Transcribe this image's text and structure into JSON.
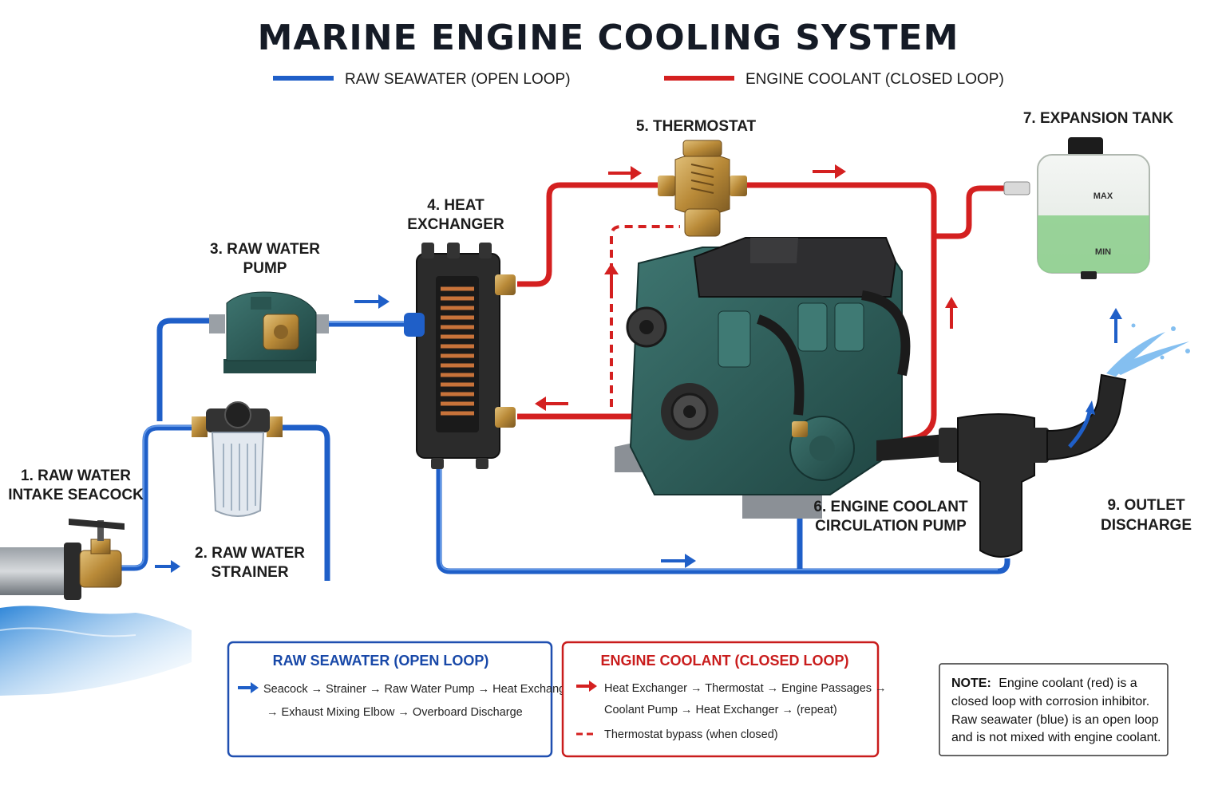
{
  "title": "MARINE ENGINE COOLING SYSTEM",
  "legend": {
    "raw": "RAW SEAWATER (OPEN LOOP)",
    "coolant": "ENGINE COOLANT (CLOSED LOOP)"
  },
  "colors": {
    "raw": "#1f5fc8",
    "coolant": "#d42020",
    "engine": "#2f5f5a",
    "brass": "#c49a4a"
  },
  "components": {
    "c1": {
      "line1": "1. RAW WATER",
      "line2": "INTAKE SEACOCK"
    },
    "c2": {
      "line1": "2. RAW WATER",
      "line2": "STRAINER"
    },
    "c3": {
      "line1": "3. RAW WATER",
      "line2": "PUMP"
    },
    "c4": {
      "line1": "4. HEAT",
      "line2": "EXCHANGER"
    },
    "c5": {
      "line1": "5. THERMOSTAT"
    },
    "c6": {
      "line1": "6. ENGINE COOLANT",
      "line2": "CIRCULATION PUMP"
    },
    "c7": {
      "line1": "7. EXPANSION TANK",
      "max": "MAX",
      "min": "MIN"
    },
    "c9": {
      "line1": "9. OUTLET",
      "line2": "DISCHARGE"
    }
  },
  "raw_box": {
    "title": "RAW SEAWATER (OPEN LOOP)",
    "line1": "Seacock → Strainer → Raw Water Pump → Heat Exchanger",
    "line2": "→ Exhaust Mixing Elbow → Overboard Discharge"
  },
  "coolant_box": {
    "title": "ENGINE COOLANT (CLOSED LOOP)",
    "line1": "Heat Exchanger → Thermostat → Engine Passages →",
    "line2": "Coolant Pump → Heat Exchanger → (repeat)",
    "line3": "Thermostat bypass (when closed)"
  },
  "note": {
    "bold": "NOTE:",
    "line1": "Engine coolant (red) is a",
    "line2": "closed loop with corrosion inhibitor.",
    "line3": "Raw seawater (blue) is an open loop",
    "line4": "and is not mixed with engine coolant."
  }
}
